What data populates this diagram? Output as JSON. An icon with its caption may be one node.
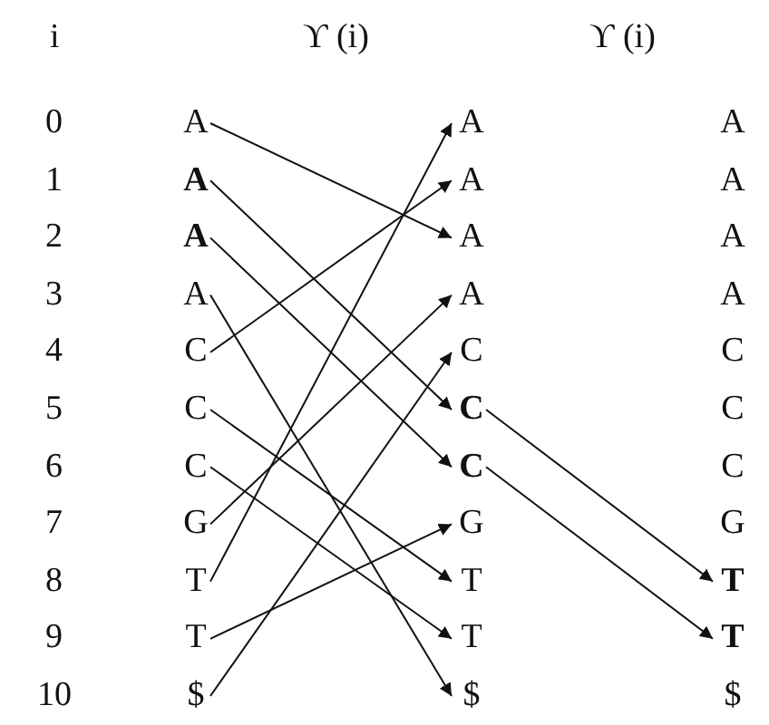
{
  "diagram": {
    "nodes": [
      {
        "text": [
          "A"
        ]
      },
      {
        "text": [
          "**A**"
        ]
      },
      {
        "text": [
          "**A**"
        ]
      },
      {
        "text": [
          "A"
        ]
      },
      {
        "text": [
          "C"
        ]
      },
      {
        "text": [
          "C"
        ]
      },
      {
        "text": [
          "C"
        ]
      },
      {
        "text": [
          "G"
        ]
      },
      {
        "text": [
          "T"
        ]
      },
      {
        "text": [
          "T"
        ]
      },
      {
        "text": [
          "$"
        ]
      },
      {
        "text": [
          "A"
        ]
      },
      {
        "text": [
          "A"
        ]
      },
      {
        "text": [
          "A"
        ]
      },
      {
        "text": [
          "A"
        ]
      },
      {
        "text": [
          "C"
        ]
      },
      {
        "text": [
          "**C**"
        ]
      },
      {
        "text": [
          "**C**"
        ]
      },
      {
        "text": [
          "G"
        ]
      },
      {
        "text": [
          "T"
        ]
      },
      {
        "text": [
          "T"
        ]
      },
      {
        "text": [
          "$"
        ]
      },
      {
        "text": [
          "A"
        ]
      },
      {
        "text": [
          "A"
        ]
      },
      {
        "text": [
          "A"
        ]
      },
      {
        "text": [
          "A"
        ]
      },
      {
        "text": [
          "C"
        ]
      },
      {
        "text": [
          "C"
        ]
      },
      {
        "text": [
          "C"
        ]
      },
      {
        "text": [
          "G"
        ]
      },
      {
        "text": [
          "**T**"
        ]
      },
      {
        "text": [
          "**T**"
        ]
      },
      {
        "text": [
          "$"
        ]
      }
    ],
    "edges": [
      {
        "from": 0,
        "to": 13,
        "arrow": "to"
      },
      {
        "from": 1,
        "to": 16,
        "arrow": "to"
      },
      {
        "from": 2,
        "to": 17,
        "arrow": "to"
      },
      {
        "from": 3,
        "to": 21,
        "arrow": "to"
      },
      {
        "from": 4,
        "to": 12,
        "arrow": "to"
      },
      {
        "from": 5,
        "to": 19,
        "arrow": "to"
      },
      {
        "from": 6,
        "to": 20,
        "arrow": "to"
      },
      {
        "from": 7,
        "to": 14,
        "arrow": "to"
      },
      {
        "from": 8,
        "to": 11,
        "arrow": "to"
      },
      {
        "from": 9,
        "to": 18,
        "arrow": "to"
      },
      {
        "from": 10,
        "to": 15,
        "arrow": "to"
      },
      {
        "from": 16,
        "to": 30,
        "arrow": "to"
      },
      {
        "from": 17,
        "to": 31,
        "arrow": "to"
      }
    ],
    "labels": [
      "i",
      "ϒ (i)",
      "ϒ (i)",
      "0",
      "1",
      "2",
      "3",
      "4",
      "5",
      "6",
      "7",
      "8",
      "9",
      "10"
    ]
  }
}
